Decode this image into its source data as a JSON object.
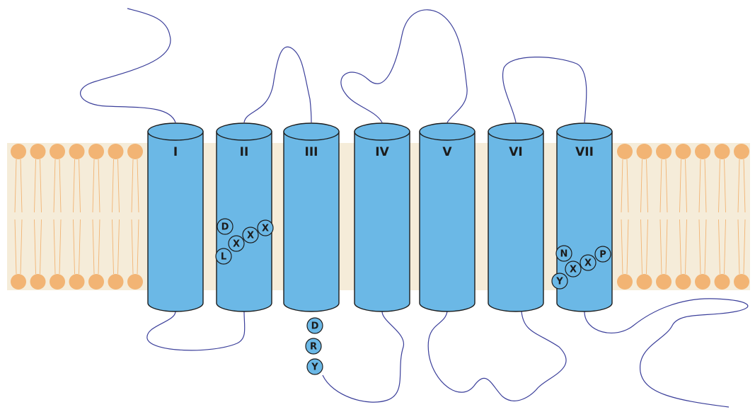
{
  "colors": {
    "membrane": "#f5ecd9",
    "lipid": "#f2b474",
    "helix": "#6bb8e6",
    "loop": "#3b3f9a",
    "outline": "#1c1c1c"
  },
  "helices": [
    {
      "label": "I"
    },
    {
      "label": "II"
    },
    {
      "label": "III"
    },
    {
      "label": "IV"
    },
    {
      "label": "V"
    },
    {
      "label": "VI"
    },
    {
      "label": "VII"
    }
  ],
  "motifs": {
    "dlxxxx": {
      "residues": [
        "D",
        "L",
        "X",
        "X",
        "X"
      ]
    },
    "dry": {
      "residues": [
        "D",
        "R",
        "Y"
      ]
    },
    "npxxy": {
      "residues": [
        "N",
        "Y",
        "X",
        "X",
        "P"
      ]
    }
  }
}
